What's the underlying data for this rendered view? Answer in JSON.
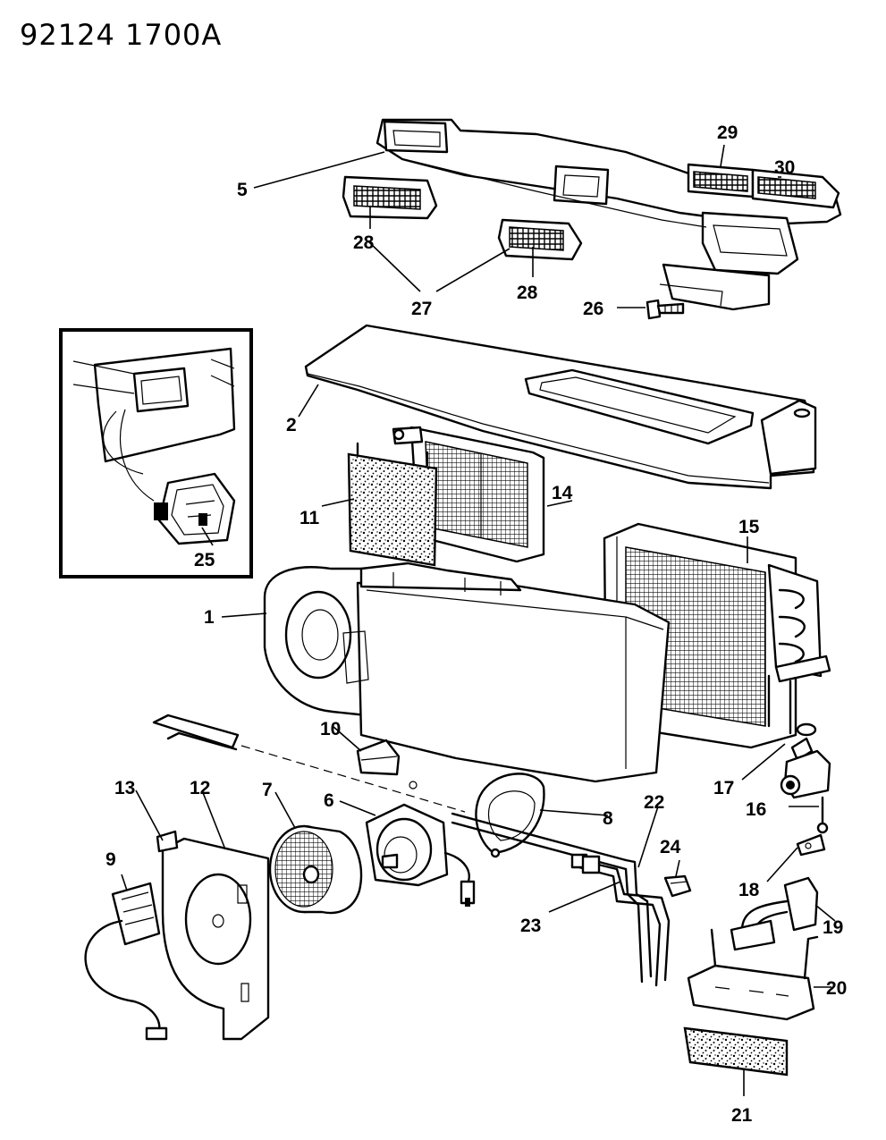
{
  "header": {
    "code": "92124  1700A"
  },
  "callouts": {
    "c1": "1",
    "c2": "2",
    "c5": "5",
    "c6": "6",
    "c7": "7",
    "c8": "8",
    "c9": "9",
    "c10": "10",
    "c11": "11",
    "c12": "12",
    "c13": "13",
    "c14": "14",
    "c15": "15",
    "c16": "16",
    "c17": "17",
    "c18": "18",
    "c19": "19",
    "c20": "20",
    "c21": "21",
    "c22": "22",
    "c23": "23",
    "c24": "24",
    "c25": "25",
    "c26": "26",
    "c27": "27",
    "c28a": "28",
    "c28b": "28",
    "c29": "29",
    "c30": "30"
  }
}
